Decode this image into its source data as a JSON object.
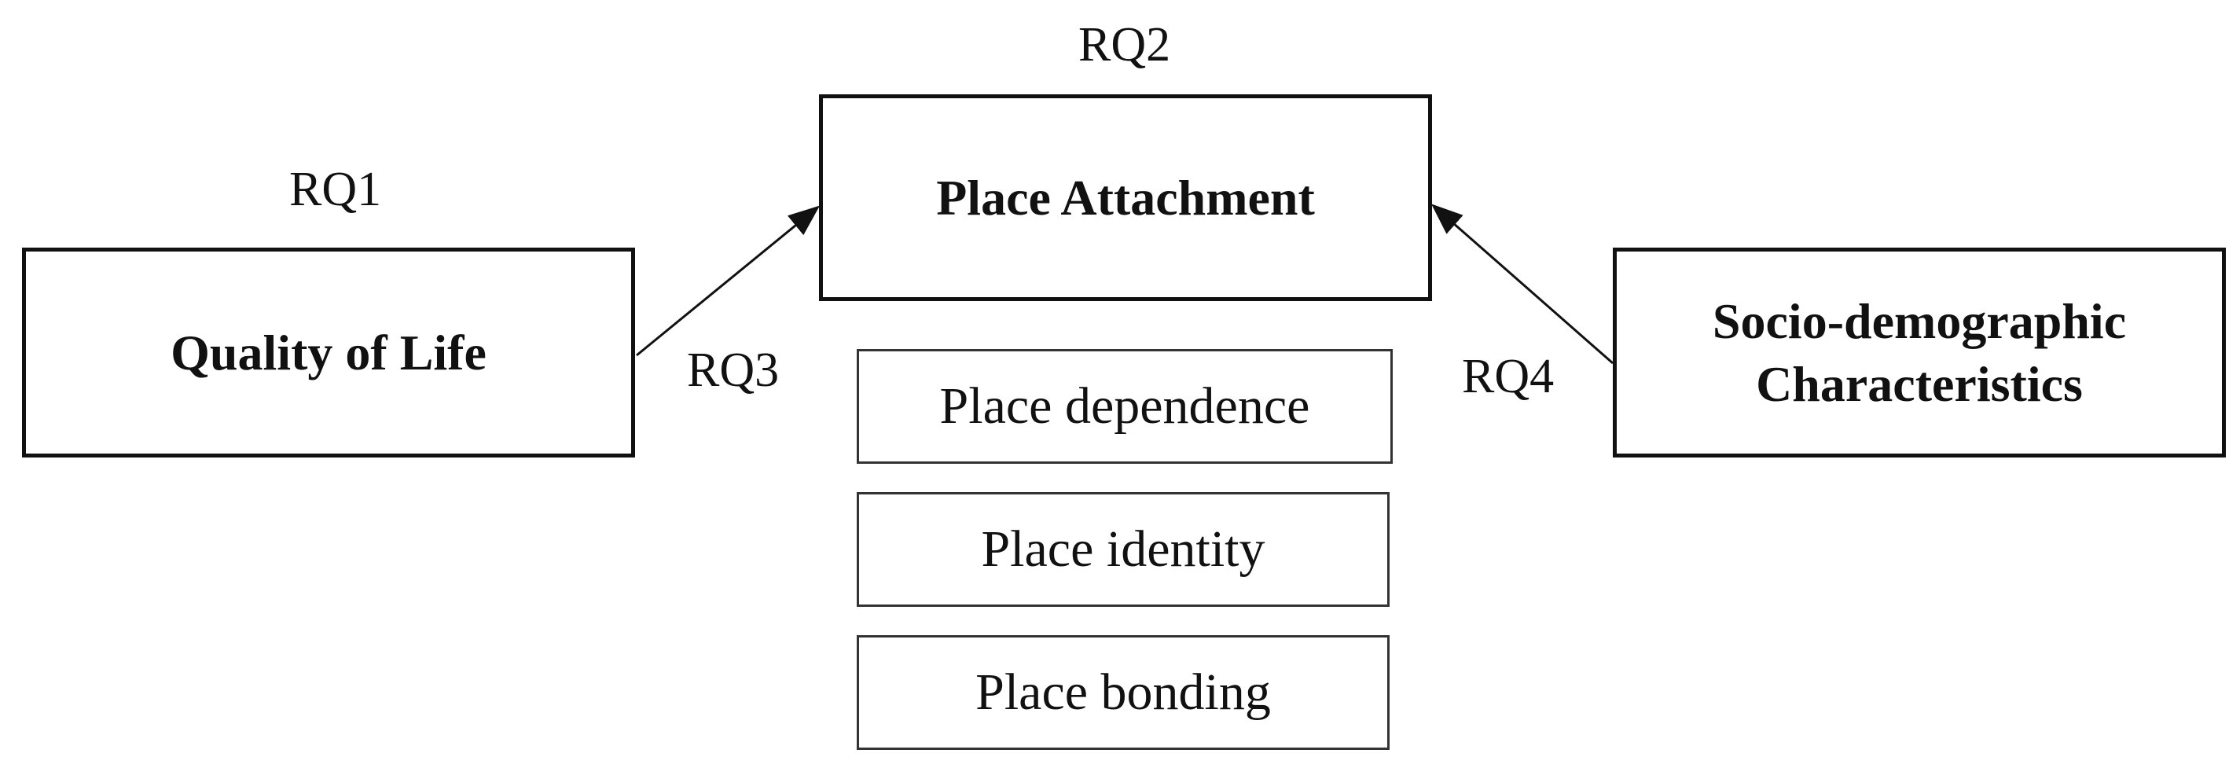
{
  "diagram": {
    "boxes": {
      "quality_of_life": "Quality of Life",
      "place_attachment": "Place Attachment",
      "socio_demographic": "Socio-demographic Characteristics",
      "place_dependence": "Place dependence",
      "place_identity": "Place identity",
      "place_bonding": "Place bonding"
    },
    "labels": {
      "rq1": "RQ1",
      "rq2": "RQ2",
      "rq3": "RQ3",
      "rq4": "RQ4"
    },
    "edges": [
      {
        "from": "quality_of_life",
        "to": "place_attachment",
        "label": "RQ3"
      },
      {
        "from": "socio_demographic",
        "to": "place_attachment",
        "label": "RQ4"
      }
    ]
  }
}
